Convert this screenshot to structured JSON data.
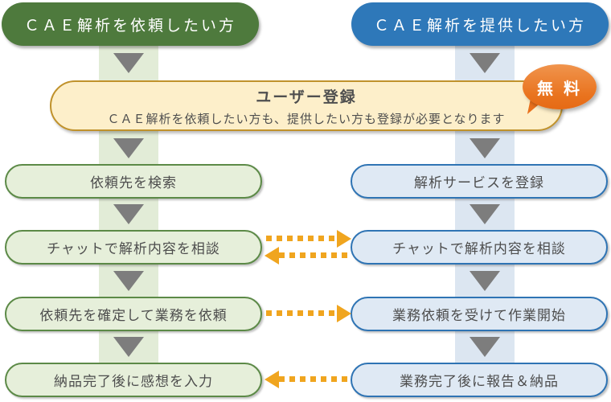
{
  "diagram": {
    "type": "flowchart",
    "left_column": {
      "header": "ＣＡＥ解析を依頼したい方",
      "steps": [
        "依頼先を検索",
        "チャットで解析内容を相談",
        "依頼先を確定して業務を依頼",
        "納品完了後に感想を入力"
      ]
    },
    "right_column": {
      "header": "ＣＡＥ解析を提供したい方",
      "steps": [
        "解析サービスを登録",
        "チャットで解析内容を相談",
        "業務依頼を受けて作業開始",
        "業務完了後に報告＆納品"
      ]
    },
    "registration": {
      "title": "ユーザー登録",
      "description": "ＣＡＥ解析を依頼したい方も、提供したい方も登録が必要となります",
      "badge_label": "無 料"
    },
    "colors": {
      "left_header_bg": "#4e7a3d",
      "left_step_border": "#5c8a47",
      "left_step_bg": "#e6efda",
      "left_band": "#e2ecd7",
      "right_header_bg": "#2e78b9",
      "right_step_border": "#2f74b4",
      "right_step_bg": "#dfe9f4",
      "right_band": "#dce6f1",
      "registration_bg": "#fdefca",
      "registration_border": "#c0922c",
      "badge_bg": "#e9731e",
      "down_triangle": "#7d7d7d",
      "dotted_arrow": "#f0a51f",
      "step_text": "#4d4d4d",
      "header_text": "#ffffff"
    }
  }
}
